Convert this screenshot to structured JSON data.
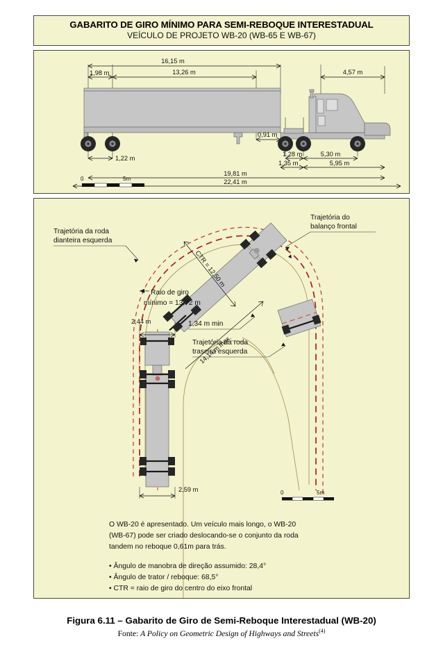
{
  "header": {
    "title": "GABARITO DE GIRO MÍNIMO PARA SEMI-REBOQUE INTERESTADUAL",
    "subtitle": "VEÍCULO DE PROJETO WB-20 (WB-65 E WB-67)"
  },
  "profile": {
    "dimensions": {
      "overall_trailer": "16,15 m",
      "front_overhang": "1,98 m",
      "kingpin_to_tandem": "13,26 m",
      "tractor_front": "4,57 m",
      "rear_overhang": "0,91 m",
      "trailer_tandem_spacing": "1,22 m",
      "tractor_tandem_spacing": "1,28 m",
      "tractor_tandem_spacing_2": "1,35 m",
      "tractor_wheelbase": "5,30 m",
      "tractor_wheelbase_2": "5,95 m",
      "wheelbase_total": "19,81 m",
      "overall_length": "22,41 m"
    },
    "scale": {
      "zero": "0",
      "five": "5m"
    }
  },
  "turn": {
    "annotations": {
      "front_wheel_path": "Trajetória da roda\ndianteira esquerda",
      "front_wheel_path_l1": "Trajetória da roda",
      "front_wheel_path_l2": "dianteira esquerda",
      "front_overhang_path_l1": "Trajetória do",
      "front_overhang_path_l2": "balanço frontal",
      "rear_wheel_path_l1": "Trajetória da roda",
      "rear_wheel_path_l2": "traseira esquerda",
      "ctr": "CTR = 12,50 m",
      "turning_radius_l1": "Raio de giro",
      "turning_radius_l2": "mínimo = 13,72 m",
      "max_radius": "14,14 m max.",
      "min_clearance": "1,34 m min",
      "width_front": "2,44 m",
      "width_rear": "2,59 m"
    },
    "scale": {
      "zero": "0",
      "five": "5m"
    },
    "note": {
      "paragraph_l1": "O WB-20 é apresentado. Um veículo mais longo, o WB-20",
      "paragraph_l2": "(WB-67) pode ser criado deslocando-se o conjunto da roda",
      "paragraph_l3": "tandem no reboque 0,61m para trás.",
      "bullets": [
        "• Ângulo de manobra de direção assumido: 28,4°",
        "• Ângulo de trator / reboque: 68,5°",
        "• CTR = raio de giro do centro do eixo frontal"
      ]
    }
  },
  "caption": {
    "figure": "Figura 6.11 – Gabarito de Giro de Semi-Reboque Interestadual (WB-20)",
    "source_prefix": "Fonte: ",
    "source_title": "A Policy on Geometric Design of Highways and Streets",
    "source_ref": "(4)"
  },
  "colors": {
    "background": "#f3f3cd",
    "vehicle": "#c6c6c6",
    "path_red": "#a61f1f",
    "centerline": "#d4453a"
  }
}
